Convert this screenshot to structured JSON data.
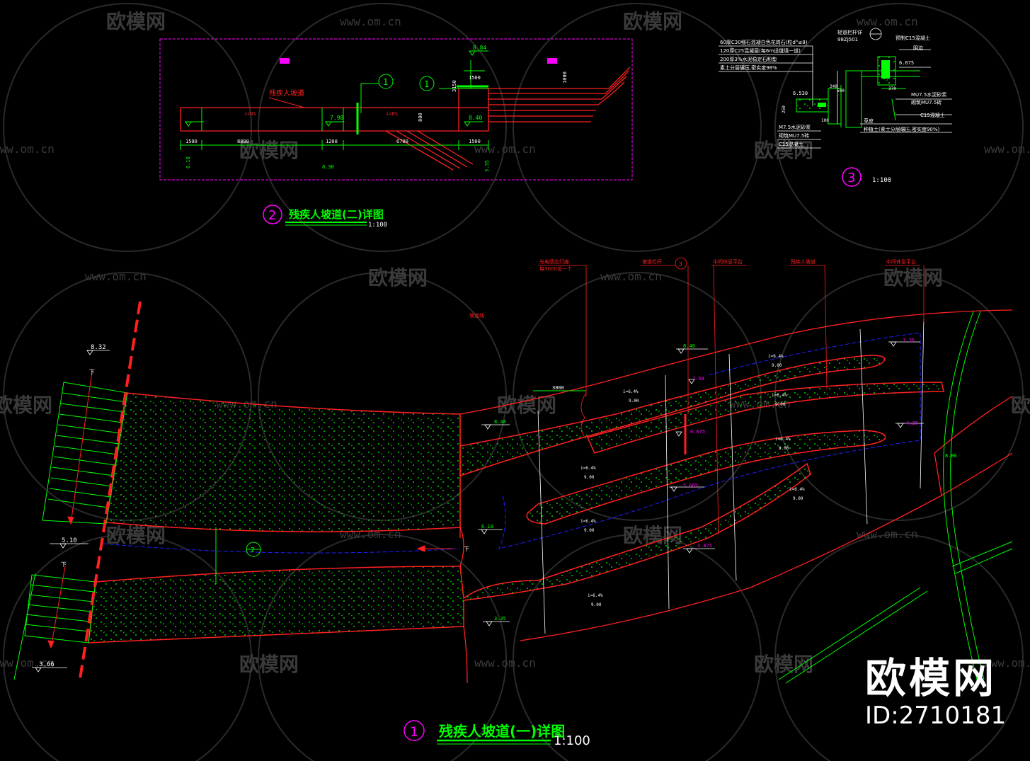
{
  "watermark": {
    "brand": "欧模网",
    "url": "www.om.cn"
  },
  "corner_brand": {
    "name": "欧模网",
    "id": "ID:2710181"
  },
  "colors": {
    "background": "#000000",
    "red": "#ff2020",
    "green": "#00ff00",
    "magenta": "#ff00ff",
    "blue": "#2020ff",
    "white": "#ffffff",
    "watermark": "#3a3a3a"
  },
  "detail_1": {
    "number": "1",
    "title": "残疾人坡道(一)详图",
    "scale": "1:100",
    "elevations": [
      "8.32",
      "5.10",
      "3.66",
      "8.48",
      "6.10",
      "3.35",
      "8.40",
      "7.58",
      "6.675",
      "5.665",
      "3.875",
      "7.25",
      "4.30",
      "8.86"
    ],
    "slope_labels": [
      "i=6.4%",
      "9.00"
    ],
    "dimension": "3000",
    "down_marks": [
      "下",
      "下",
      "下"
    ],
    "section_tag": "2",
    "callouts": [
      "光电感应灯座",
      "每3000设一个",
      "坡道栏杆",
      "中间休息平台",
      "残疾人坡道",
      "中间休息平台"
    ],
    "callout_tag": "3",
    "note": "坡道线"
  },
  "detail_2": {
    "number": "2",
    "title": "残疾人坡道(二)详图",
    "scale": "1:100",
    "ramp_label": "残疾人坡道",
    "elevations": [
      "8.84",
      "7.98",
      "8.40",
      "6.10",
      "3.35",
      "8.30"
    ],
    "dimensions": [
      "1500",
      "8800",
      "1200",
      "6700",
      "1500",
      "1500",
      "800",
      "3150",
      "1000"
    ],
    "slopes": [
      "i=6%",
      "i=6%"
    ],
    "section_tags": [
      "1",
      "1"
    ]
  },
  "detail_3": {
    "number": "3",
    "scale": "1:100",
    "elevations": [
      "6.675",
      "6.530"
    ],
    "ref_label": "轻道栏杆详",
    "ref_code": "98ZJ501",
    "layers": [
      "60厚C30细石混凝白色花岗石(粒d°≤8)",
      "120厚C25混凝层(每6m设缝填一道)",
      "200厚3%水泥稳定石粉垫",
      "素土分层碾压,密实度98%"
    ],
    "right_notes": [
      "预制C15混凝土",
      "阴边",
      "MU7.5水泥砂浆",
      "砌筑MU7.5砖",
      "C15混凝土",
      "草皮",
      "种植土(素土分层碾压,密实度90%)"
    ],
    "left_notes": [
      "M7.5水泥砂浆",
      "砌筑MU7.5砖",
      "C15混凝土"
    ],
    "dims": [
      "240",
      "100",
      "250",
      "500",
      "370"
    ]
  }
}
